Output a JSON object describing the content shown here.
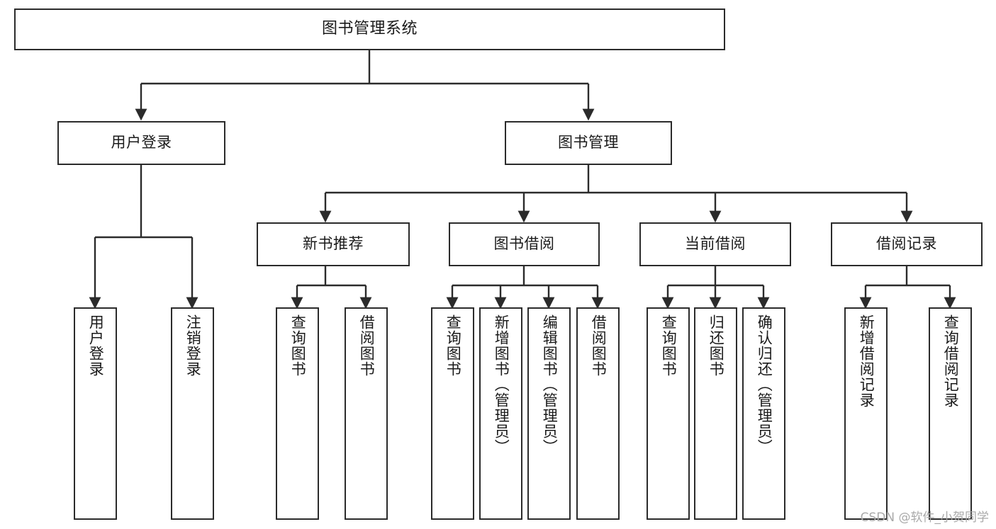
{
  "diagram": {
    "title": "图书管理系统",
    "watermark": "CSDN @软件_小贺同学",
    "line_color": "#2b2b2b",
    "box_fill": "#ffffff",
    "text_color": "#1a1a1a",
    "nodes": {
      "root": "图书管理系统",
      "level1": {
        "user_login": "用户登录",
        "book_manage": "图书管理"
      },
      "level2": {
        "new_book_rec": "新书推荐",
        "book_borrow": "图书借阅",
        "current_borrow": "当前借阅",
        "borrow_record": "借阅记录"
      },
      "leaves": {
        "user_login_1": "用户登录",
        "user_login_2": "注销登录",
        "new_book_rec_1": "查询图书",
        "new_book_rec_2": "借阅图书",
        "book_borrow_1": "查询图书",
        "book_borrow_2": "新增图书（管理员）",
        "book_borrow_3": "编辑图书（管理员）",
        "book_borrow_4": "借阅图书",
        "current_borrow_1": "查询图书",
        "current_borrow_2": "归还图书",
        "current_borrow_3": "确认归还（管理员）",
        "borrow_record_1": "新增借阅记录",
        "borrow_record_2": "查询借阅记录"
      }
    },
    "tree": {
      "type": "hierarchy",
      "levels": 4,
      "edges": [
        [
          "root",
          "user_login"
        ],
        [
          "root",
          "book_manage"
        ],
        [
          "user_login",
          "user_login_1"
        ],
        [
          "user_login",
          "user_login_2"
        ],
        [
          "book_manage",
          "new_book_rec"
        ],
        [
          "book_manage",
          "book_borrow"
        ],
        [
          "book_manage",
          "current_borrow"
        ],
        [
          "book_manage",
          "borrow_record"
        ],
        [
          "new_book_rec",
          "new_book_rec_1"
        ],
        [
          "new_book_rec",
          "new_book_rec_2"
        ],
        [
          "book_borrow",
          "book_borrow_1"
        ],
        [
          "book_borrow",
          "book_borrow_2"
        ],
        [
          "book_borrow",
          "book_borrow_3"
        ],
        [
          "book_borrow",
          "book_borrow_4"
        ],
        [
          "current_borrow",
          "current_borrow_1"
        ],
        [
          "current_borrow",
          "current_borrow_2"
        ],
        [
          "current_borrow",
          "current_borrow_3"
        ],
        [
          "borrow_record",
          "borrow_record_1"
        ],
        [
          "borrow_record",
          "borrow_record_2"
        ]
      ]
    }
  }
}
